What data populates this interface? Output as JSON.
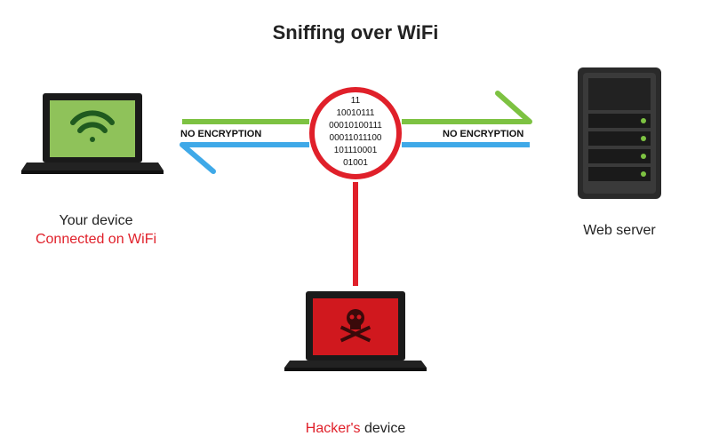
{
  "title": "Sniffing over WiFi",
  "left_link_label": "NO ENCRYPTION",
  "right_link_label": "NO ENCRYPTION",
  "binary_lines": [
    "11",
    "10010111",
    "00010100111",
    "00011011100",
    "101110001",
    "01001"
  ],
  "your_device": {
    "name": "Your device",
    "status": "Connected on WiFi"
  },
  "web_server": {
    "name": "Web server"
  },
  "hacker_device": {
    "highlight": "Hacker's",
    "rest": " device"
  },
  "colors": {
    "green": "#7dc242",
    "blue": "#3fa9e8",
    "red": "#e0202a",
    "laptop_screen_green": "#8fc25a",
    "laptop_screen_red": "#d0181e"
  },
  "icons": [
    "wifi-icon",
    "skull-crossbones-icon",
    "server-icon",
    "laptop-icon"
  ]
}
